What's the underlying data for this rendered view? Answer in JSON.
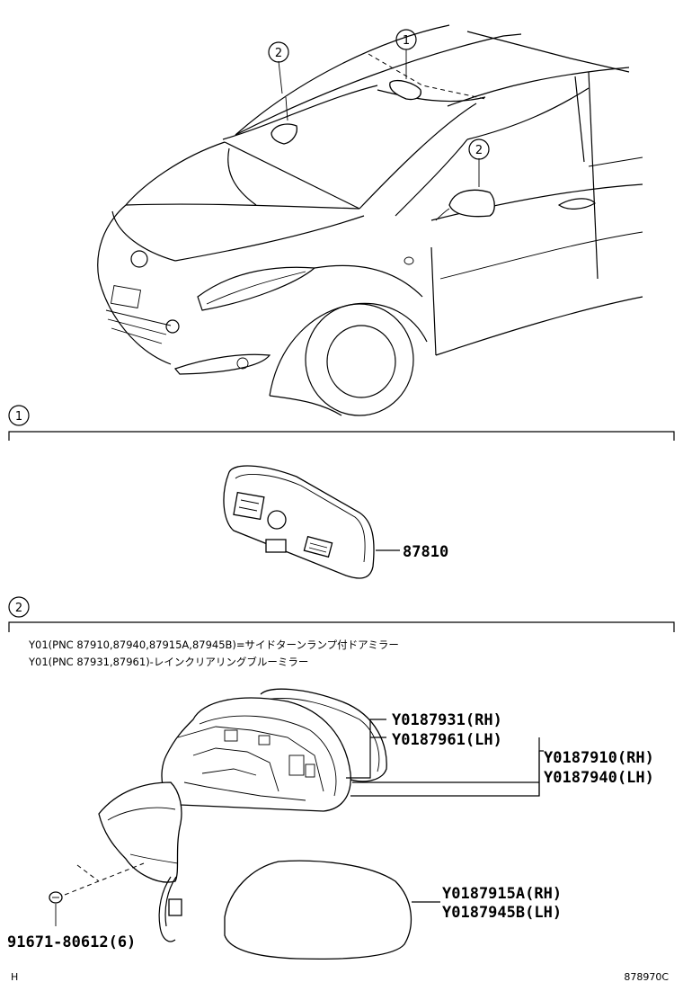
{
  "callouts": {
    "top_mirror_num": "1",
    "top_ext_left_num": "2",
    "top_ext_right_num": "2",
    "section1_num": "1",
    "section2_num": "2"
  },
  "section1": {
    "part_label": "87810"
  },
  "section2": {
    "notes": [
      "Y01(PNC 87910,87940,87915A,87945B)=サイドターンランプ付ドアミラー",
      "Y01(PNC 87931,87961)-レインクリアリングブルーミラー"
    ],
    "labels": {
      "cover_rh": "Y0187931(RH)",
      "cover_lh": "Y0187961(LH)",
      "assy_rh": "Y0187910(RH)",
      "assy_lh": "Y0187940(LH)",
      "glass_rh": "Y0187915A(RH)",
      "glass_lh": "Y0187945B(LH)",
      "screw": "91671-80612(6)"
    }
  },
  "footer": {
    "left": "H",
    "right": "878970C"
  }
}
